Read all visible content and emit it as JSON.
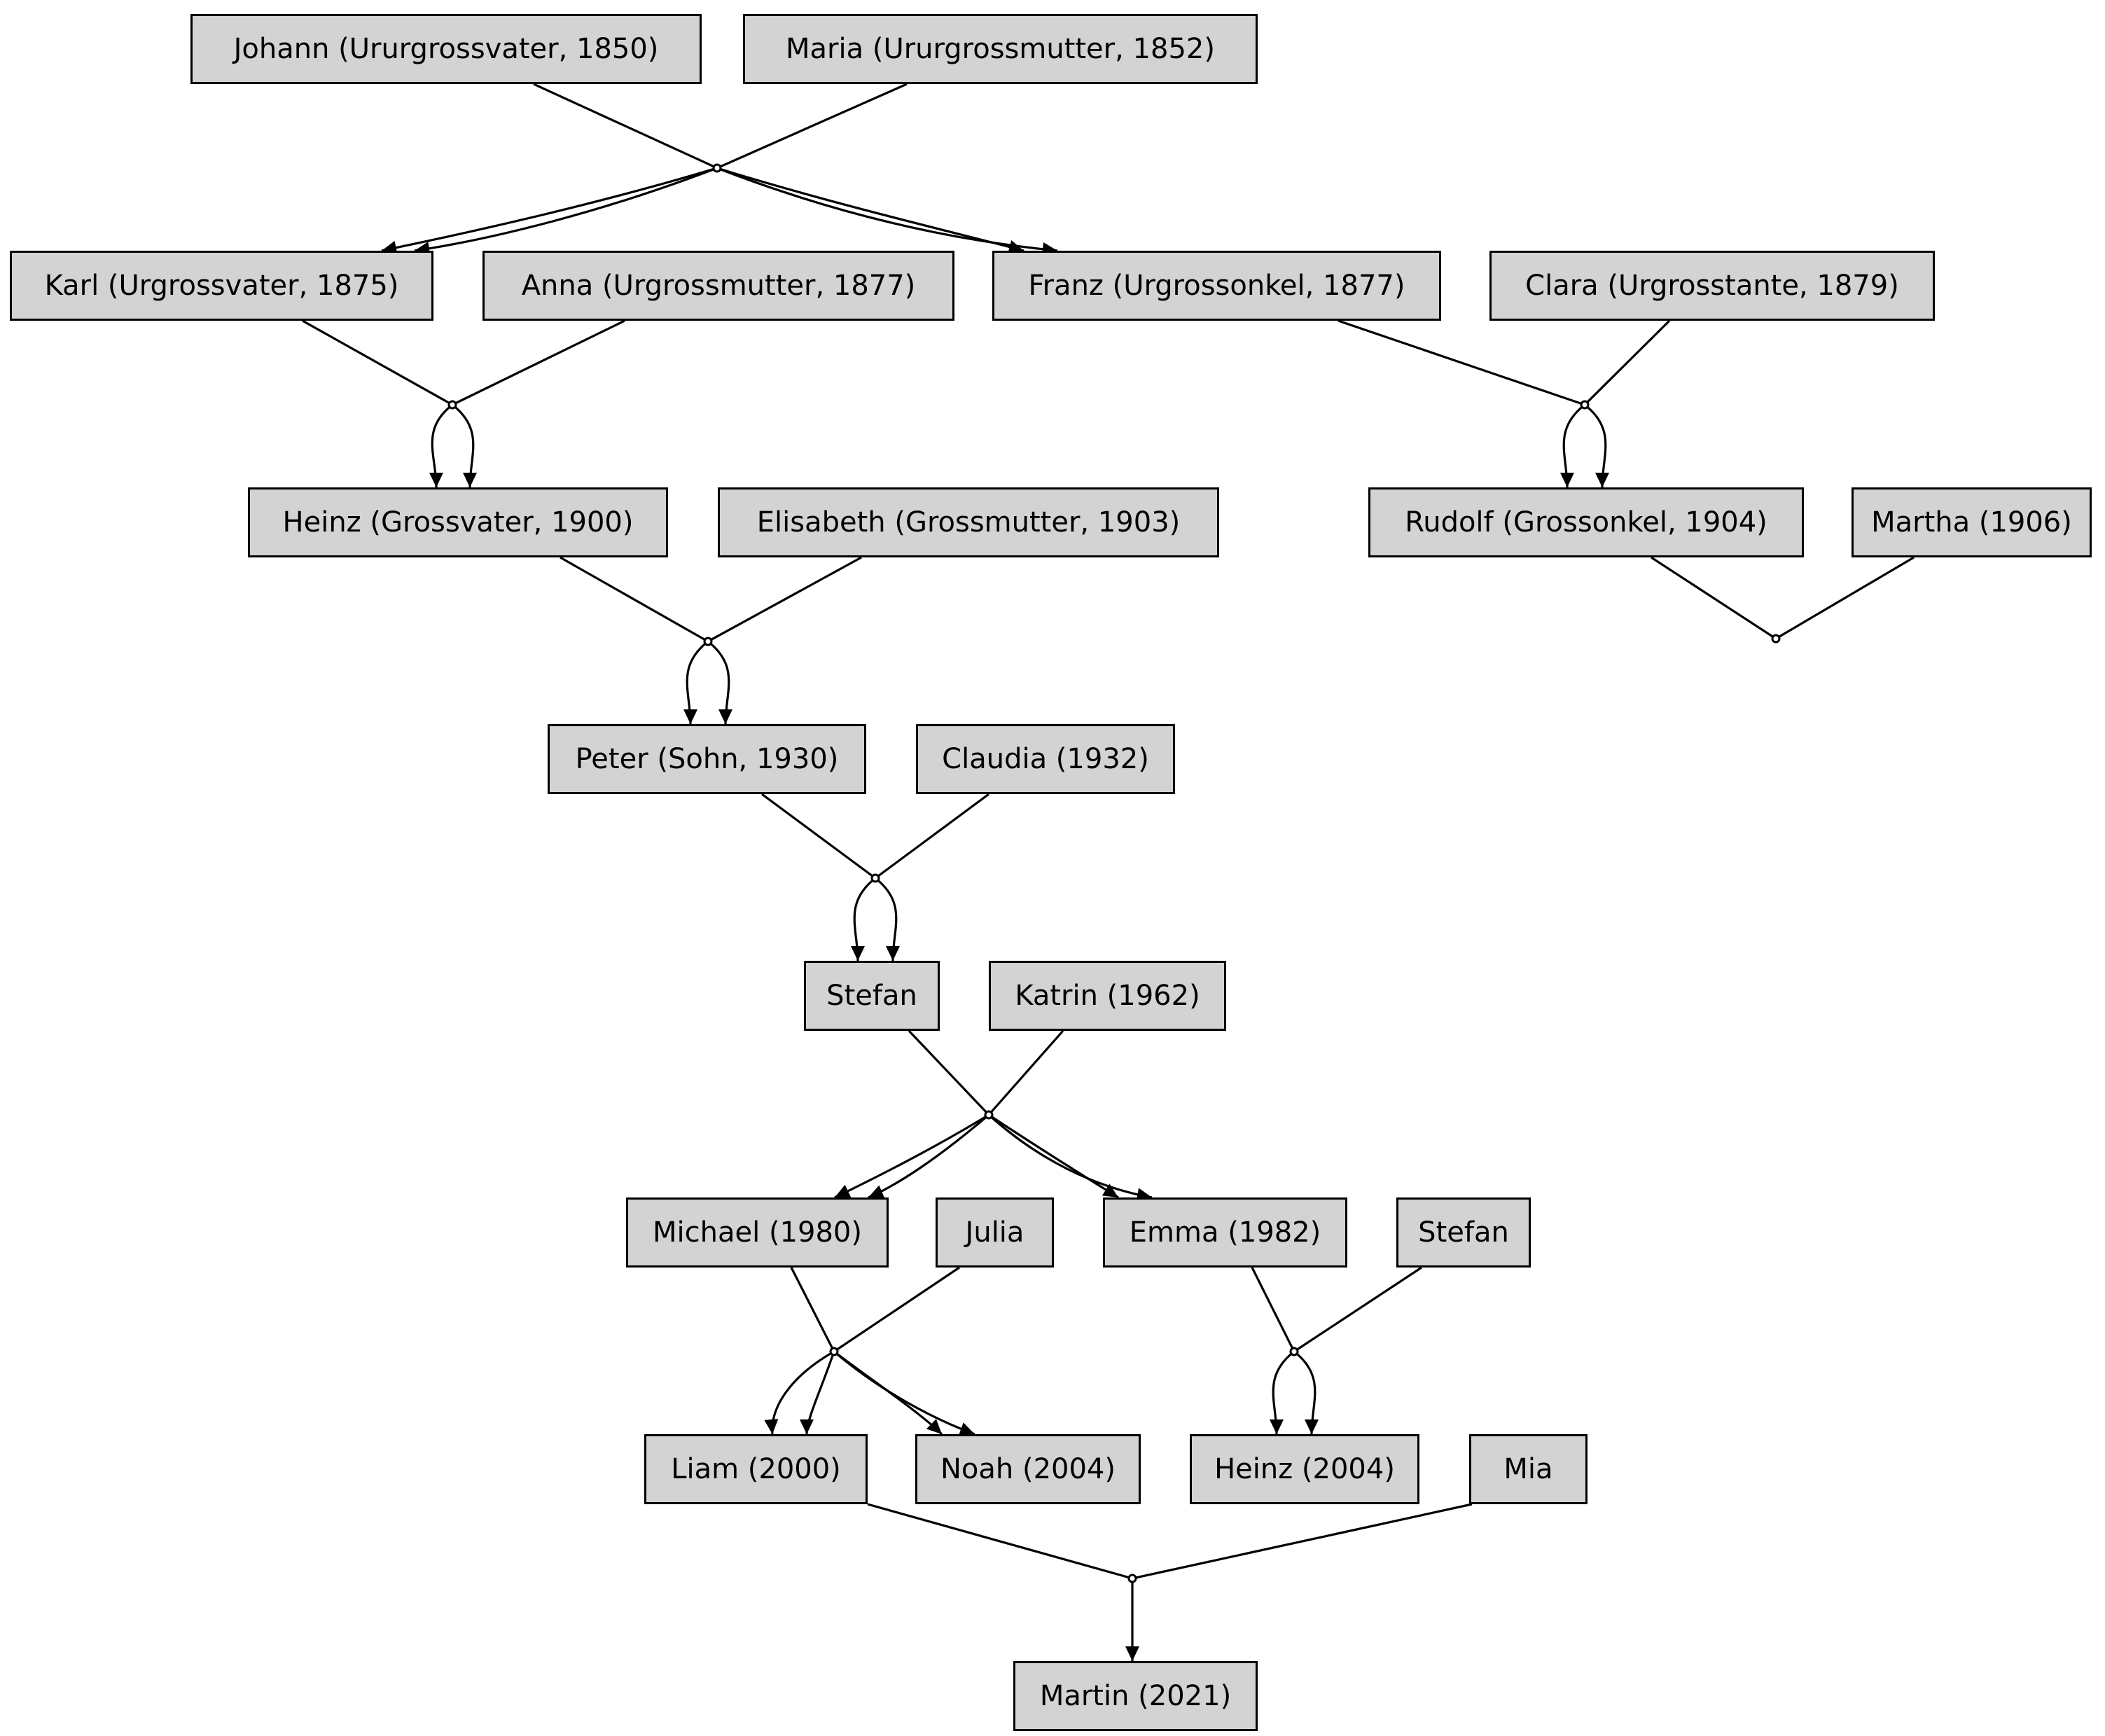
{
  "diagram": {
    "type": "family-tree",
    "background_color": "#ffffff",
    "node_fill_color": "#d3d3d3",
    "node_border_color": "#000000",
    "edge_color": "#000000"
  },
  "nodes": [
    {
      "id": "johann",
      "label": "Johann (Ururgrossvater, 1850)"
    },
    {
      "id": "maria",
      "label": "Maria (Ururgrossmutter, 1852)"
    },
    {
      "id": "karl",
      "label": "Karl (Urgrossvater, 1875)"
    },
    {
      "id": "anna",
      "label": "Anna (Urgrossmutter, 1877)"
    },
    {
      "id": "franz",
      "label": "Franz (Urgrossonkel, 1877)"
    },
    {
      "id": "clara",
      "label": "Clara (Urgrosstante, 1879)"
    },
    {
      "id": "heinz",
      "label": "Heinz (Grossvater, 1900)"
    },
    {
      "id": "elisabeth",
      "label": "Elisabeth (Grossmutter, 1903)"
    },
    {
      "id": "rudolf",
      "label": "Rudolf (Grossonkel, 1904)"
    },
    {
      "id": "martha",
      "label": "Martha (1906)"
    },
    {
      "id": "peter",
      "label": "Peter (Sohn, 1930)"
    },
    {
      "id": "claudia",
      "label": "Claudia (1932)"
    },
    {
      "id": "stefan1",
      "label": "Stefan"
    },
    {
      "id": "katrin",
      "label": "Katrin (1962)"
    },
    {
      "id": "michael",
      "label": "Michael (1980)"
    },
    {
      "id": "julia",
      "label": "Julia"
    },
    {
      "id": "emma",
      "label": "Emma (1982)"
    },
    {
      "id": "stefan2",
      "label": "Stefan"
    },
    {
      "id": "liam",
      "label": "Liam (2000)"
    },
    {
      "id": "noah",
      "label": "Noah (2004)"
    },
    {
      "id": "heinz2",
      "label": "Heinz (2004)"
    },
    {
      "id": "mia",
      "label": "Mia"
    },
    {
      "id": "martin",
      "label": "Martin (2021)"
    }
  ],
  "unions": [
    {
      "parents": [
        "johann",
        "maria"
      ],
      "children": [
        "karl",
        "franz"
      ]
    },
    {
      "parents": [
        "karl",
        "anna"
      ],
      "children": [
        "heinz"
      ]
    },
    {
      "parents": [
        "franz",
        "clara"
      ],
      "children": [
        "rudolf"
      ]
    },
    {
      "parents": [
        "heinz",
        "elisabeth"
      ],
      "children": [
        "peter"
      ]
    },
    {
      "parents": [
        "rudolf",
        "martha"
      ],
      "children": []
    },
    {
      "parents": [
        "peter",
        "claudia"
      ],
      "children": [
        "stefan1"
      ]
    },
    {
      "parents": [
        "stefan1",
        "katrin"
      ],
      "children": [
        "michael",
        "emma"
      ]
    },
    {
      "parents": [
        "michael",
        "julia"
      ],
      "children": [
        "liam",
        "noah"
      ]
    },
    {
      "parents": [
        "emma",
        "stefan2"
      ],
      "children": [
        "heinz2"
      ]
    },
    {
      "parents": [
        "liam",
        "mia"
      ],
      "children": [
        "martin"
      ]
    }
  ]
}
